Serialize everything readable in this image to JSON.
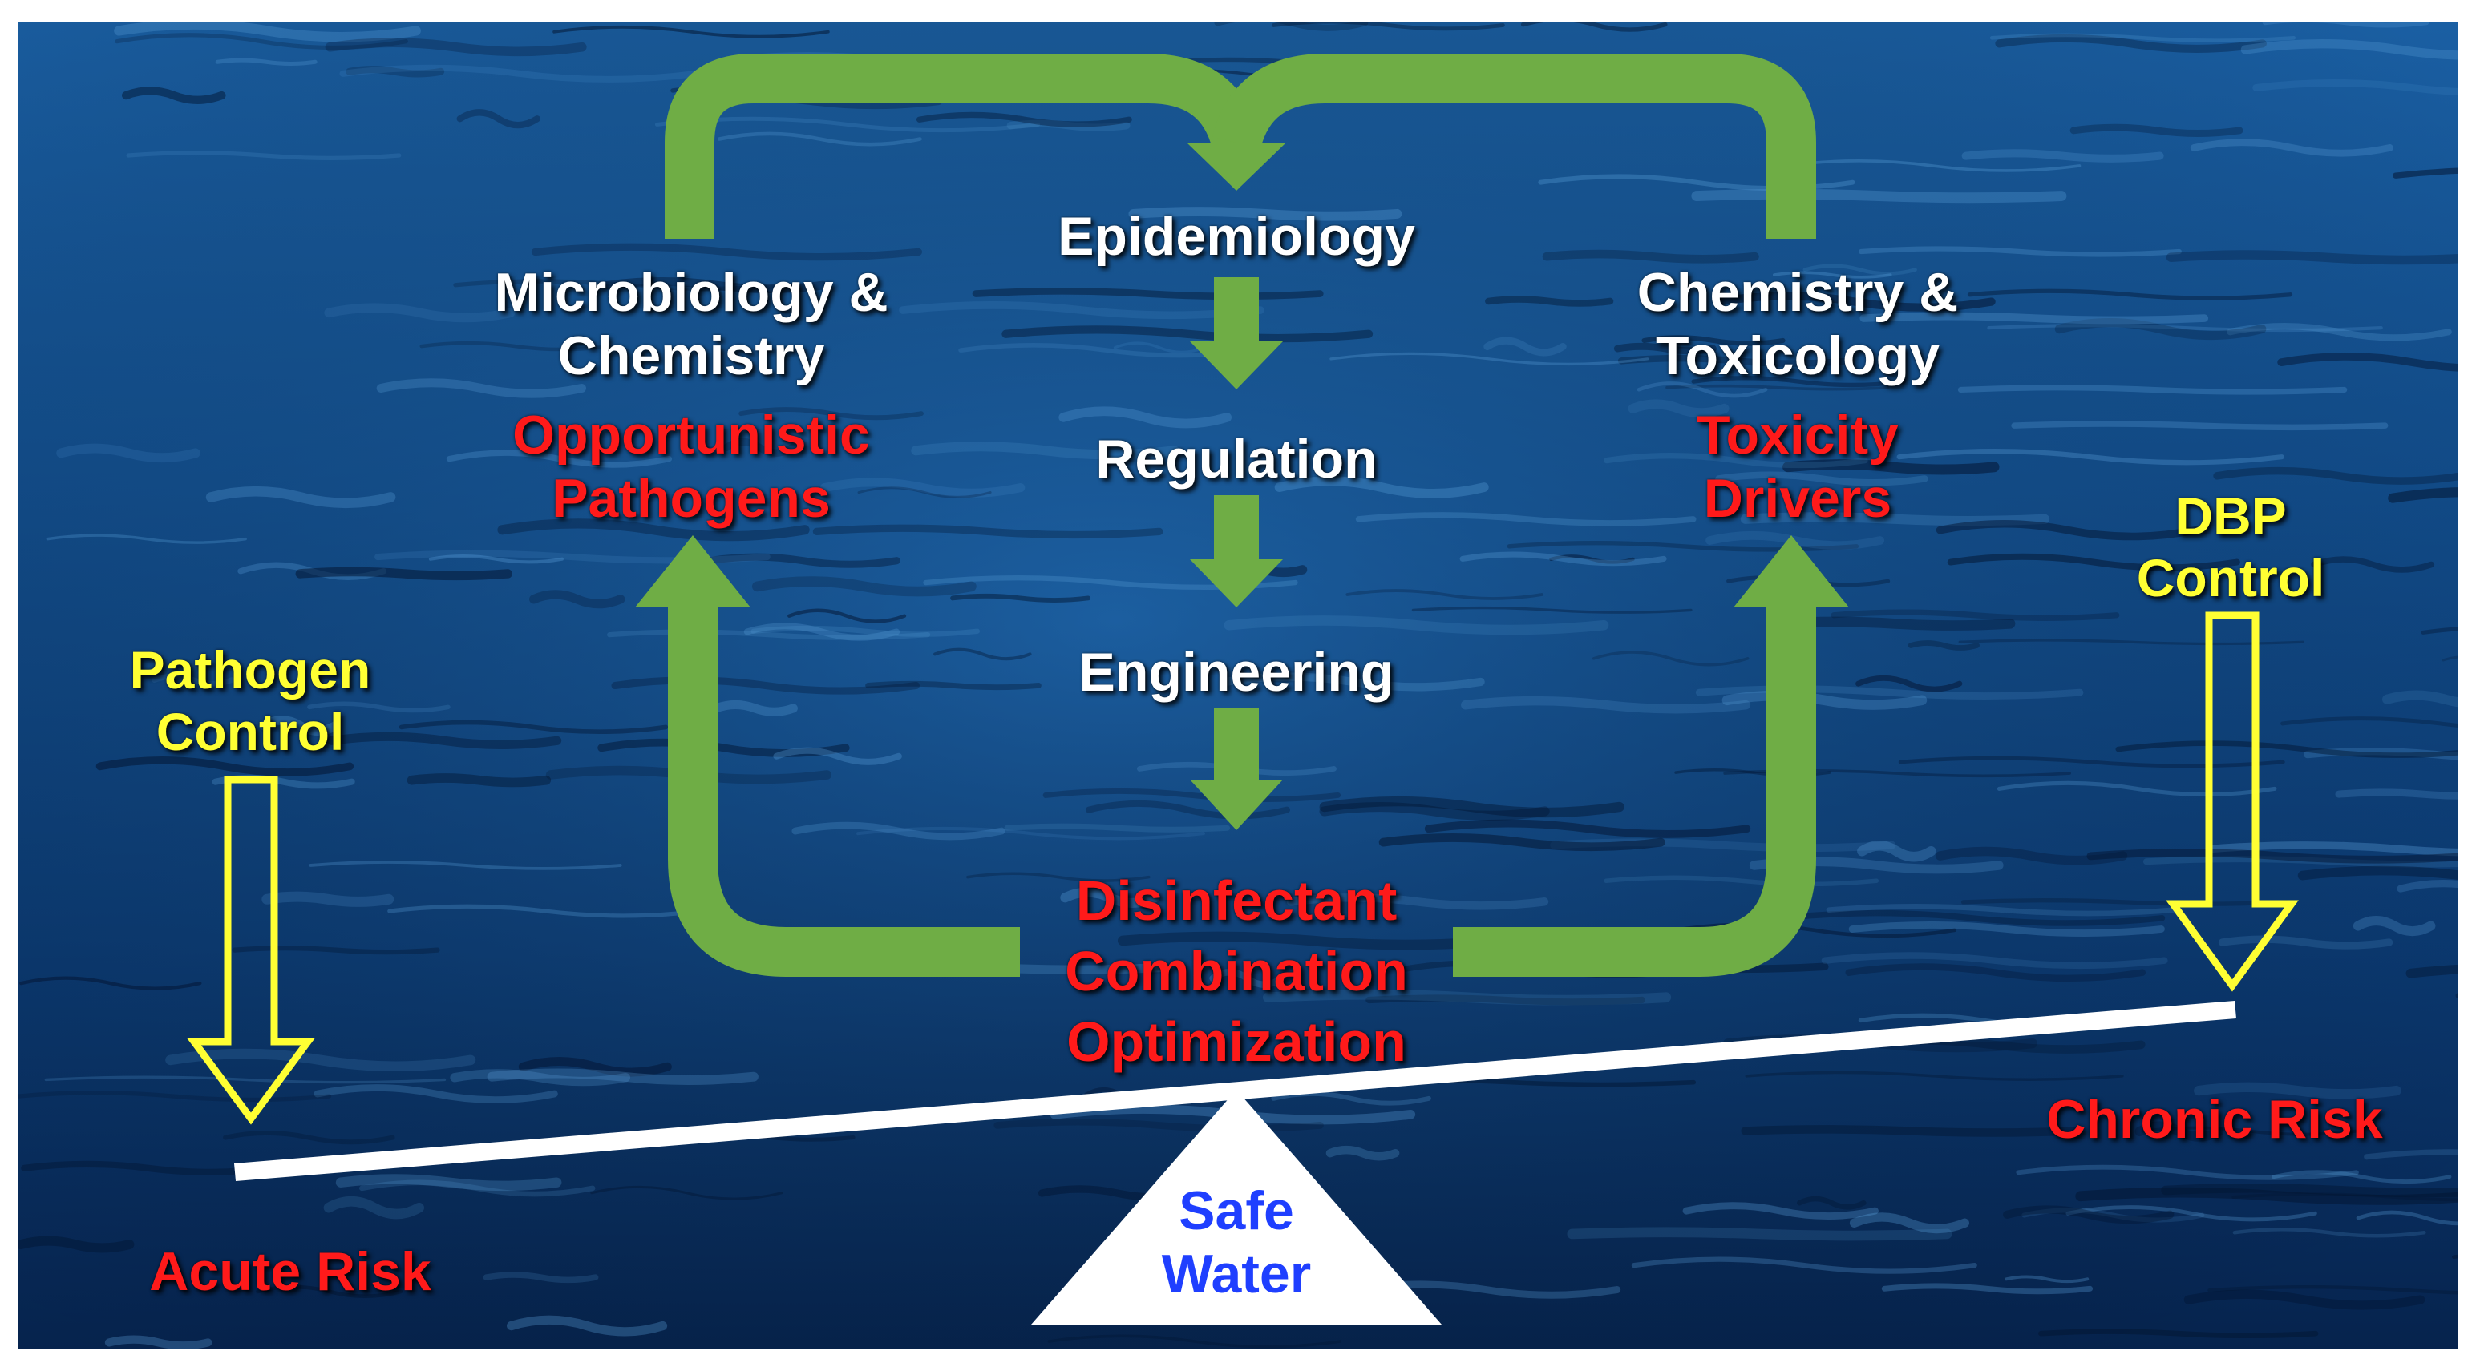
{
  "left": {
    "discipline_line1": "Microbiology &",
    "discipline_line2": "Chemistry",
    "focus_line1": "Opportunistic",
    "focus_line2": "Pathogens"
  },
  "right": {
    "discipline_line1": "Chemistry &",
    "discipline_line2": "Toxicology",
    "focus_line1": "Toxicity",
    "focus_line2": "Drivers"
  },
  "center_flow": {
    "step1": "Epidemiology",
    "step2": "Regulation",
    "step3": "Engineering",
    "outcome_line1": "Disinfectant",
    "outcome_line2": "Combination",
    "outcome_line3": "Optimization"
  },
  "pathogen_control": {
    "line1": "Pathogen",
    "line2": "Control"
  },
  "dbp_control": {
    "line1": "DBP",
    "line2": "Control"
  },
  "balance": {
    "left_end": "Acute Risk",
    "right_end": "Chronic Risk",
    "fulcrum_line1": "Safe",
    "fulcrum_line2": "Water"
  },
  "colors": {
    "ocean_dark": "#06193a",
    "ocean_mid": "#0d3f7a",
    "ocean_light": "#1f6cb0",
    "arrow_green": "#6fad45",
    "label_white": "#ffffff",
    "label_red": "#ff1a1a",
    "label_yellow": "#ffff33",
    "fulcrum_text_blue": "#1f3fff"
  }
}
